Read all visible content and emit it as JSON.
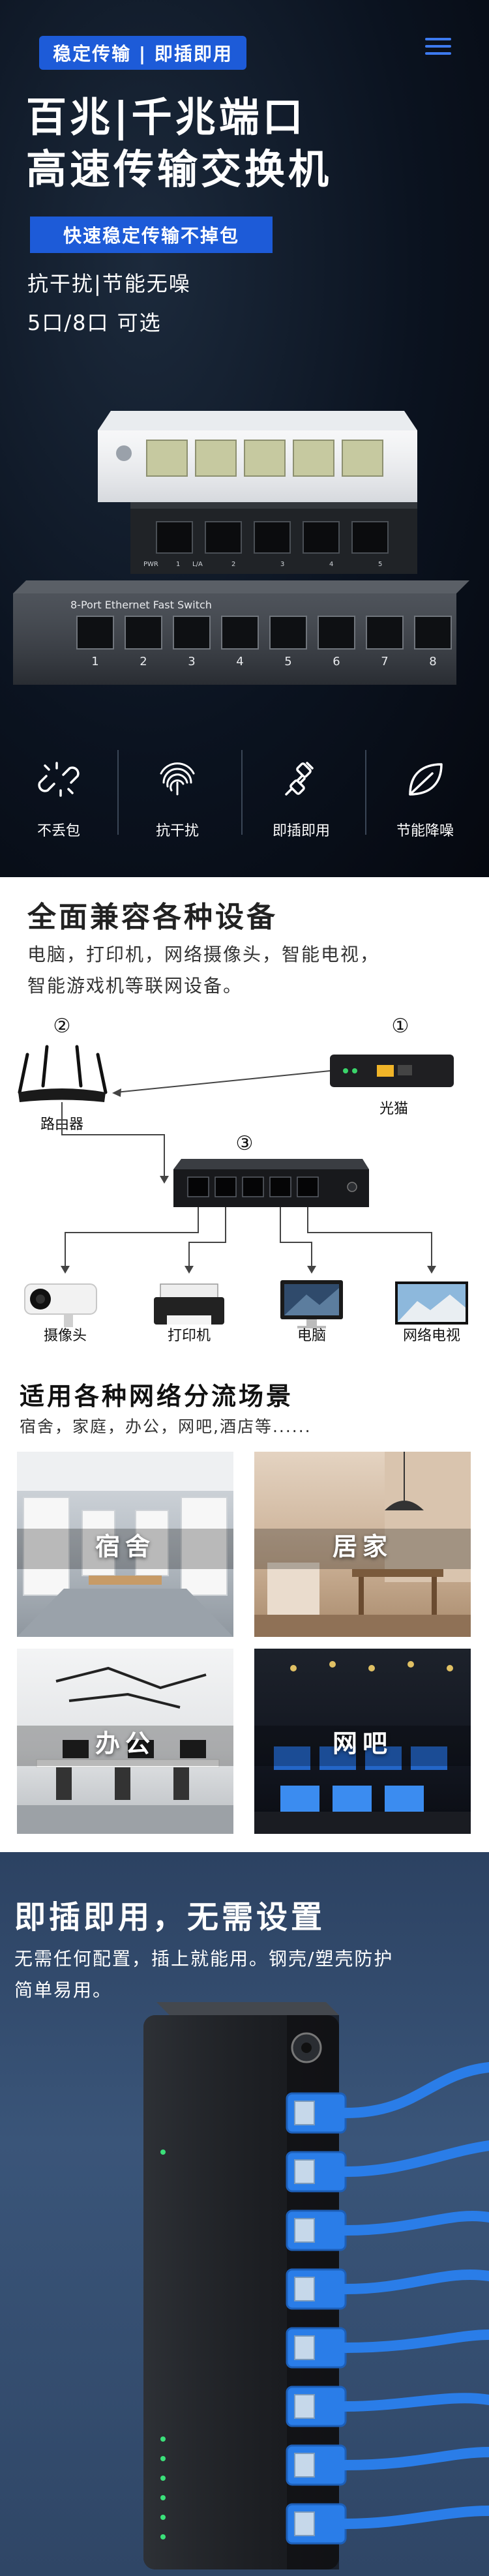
{
  "hero": {
    "badge": "稳定传输 | 即插即用",
    "title_line1": "百兆|千兆端口",
    "title_line2": "高速传输交换机",
    "subtitle": "快速稳定传输不掉包",
    "feature1": "抗干扰|节能无噪",
    "feature2": "5口/8口 可选",
    "switch_label": "8-Port Ethernet Fast Switch",
    "port_numbers": [
      "1",
      "2",
      "3",
      "4",
      "5",
      "6",
      "7",
      "8"
    ],
    "led_labels": [
      "PWR",
      "1",
      "L/A",
      "2",
      "3",
      "4",
      "5"
    ]
  },
  "features": [
    {
      "icon": "broken-link-icon",
      "label": "不丢包"
    },
    {
      "icon": "fingerprint-icon",
      "label": "抗干扰"
    },
    {
      "icon": "plug-connect-icon",
      "label": "即插即用"
    },
    {
      "icon": "leaf-icon",
      "label": "节能降噪"
    }
  ],
  "compat": {
    "title": "全面兼容各种设备",
    "desc_line1": "电脑，打印机，网络摄像头，智能电视，",
    "desc_line2": "智能游戏机等联网设备。",
    "router_num": "②",
    "router_label": "路由器",
    "modem_num": "①",
    "modem_label": "光猫",
    "switch_num": "③",
    "devices": [
      "摄像头",
      "打印机",
      "电脑",
      "网络电视"
    ]
  },
  "scenarios": {
    "title": "适用各种网络分流场景",
    "desc": "宿舍，家庭，办公，网吧,酒店等......",
    "items": [
      "宿舍",
      "居家",
      "办公",
      "网吧"
    ]
  },
  "plug": {
    "title": "即插即用，无需设置",
    "desc_line1": "无需任何配置，插上就能用。钢壳/塑壳防护",
    "desc_line2": "简单易用。"
  },
  "colors": {
    "accent_blue": "#1d5bd8",
    "cable_blue": "#2a7de8"
  }
}
